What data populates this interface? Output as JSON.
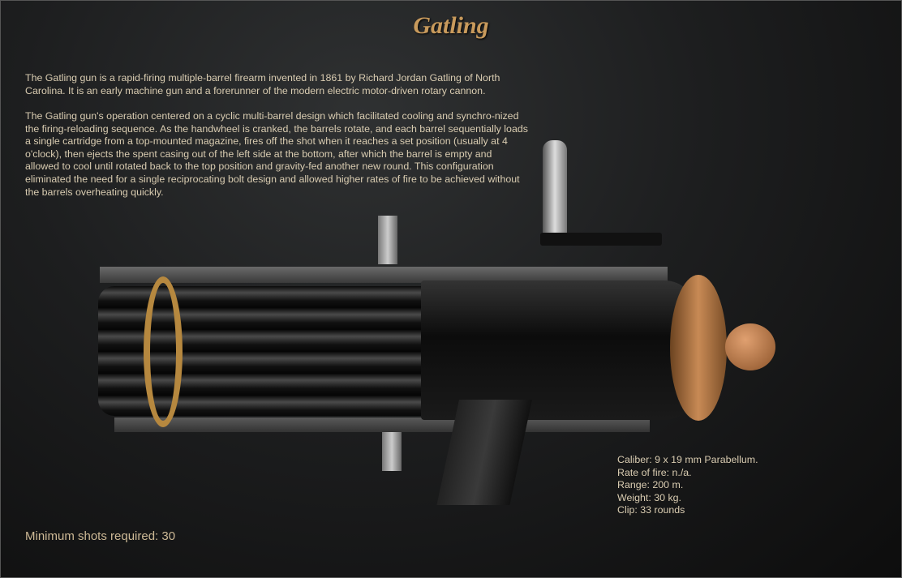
{
  "title": "Gatling",
  "description": [
    "The Gatling gun is a rapid-firing multiple-barrel firearm invented in 1861 by Richard Jordan Gatling of North Carolina. It is an early machine gun and a forerunner of the modern electric motor-driven rotary cannon.",
    "The Gatling gun's operation centered on a cyclic multi-barrel design which facilitated cooling and synchro-nized the firing-reloading sequence. As the handwheel is cranked, the barrels rotate, and each barrel sequentially loads a single cartridge from a top-mounted magazine, fires off the shot when it reaches a set position (usually at 4 o'clock), then ejects the spent casing out of the left side at the bottom, after which the barrel is empty and allowed to cool until rotated back to the top position and gravity-fed another new round. This configuration eliminated the need for a single reciprocating bolt design and allowed higher rates of fire to be achieved without the barrels overheating quickly."
  ],
  "specs": [
    "Caliber: 9 x 19 mm Parabellum.",
    "Rate of fire: n./a.",
    "Range: 200 m.",
    "Weight: 30 kg.",
    "Clip: 33 rounds"
  ],
  "minimum_shots": "Minimum shots required: 30"
}
